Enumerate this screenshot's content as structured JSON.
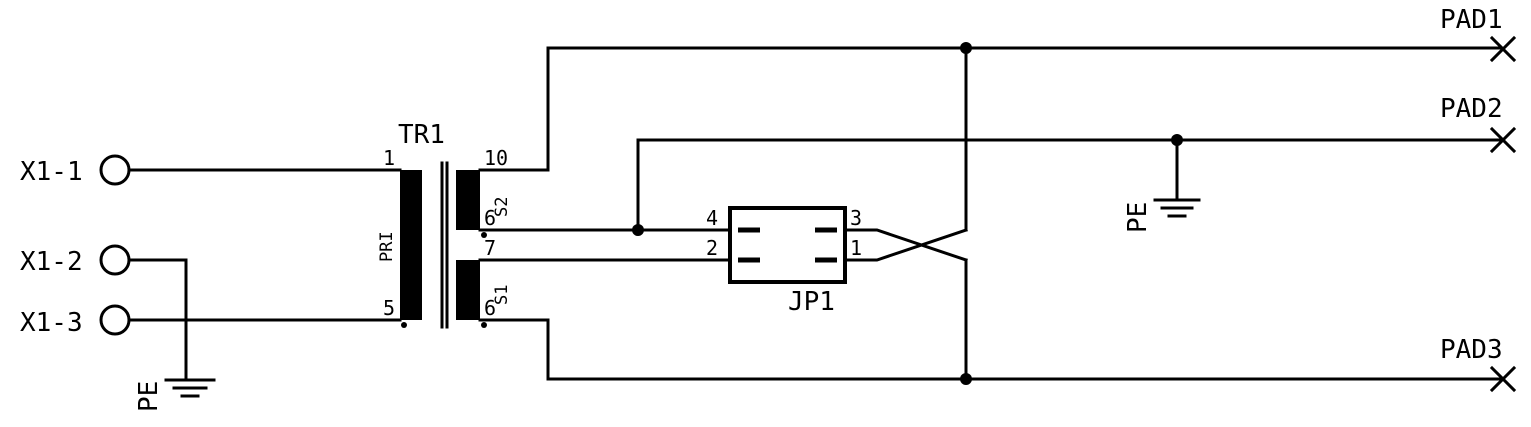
{
  "connectors": {
    "x1_1": "X1-1",
    "x1_2": "X1-2",
    "x1_3": "X1-3"
  },
  "pads": {
    "pad1": "PAD1",
    "pad2": "PAD2",
    "pad3": "PAD3"
  },
  "transformer": {
    "ref": "TR1",
    "primary_label": "PRI",
    "secondary_top_label": "S2",
    "secondary_bottom_label": "S1",
    "pin_1": "1",
    "pin_5": "5",
    "pin_10": "10",
    "pin_6": "6",
    "pin_7": "7",
    "pin_6b": "6"
  },
  "jumper": {
    "ref": "JP1",
    "pin_4": "4",
    "pin_2": "2",
    "pin_3": "3",
    "pin_1": "1"
  },
  "grounds": {
    "pe_left": "PE",
    "pe_right": "PE"
  },
  "colors": {
    "ink": "#000000",
    "background": "#ffffff"
  }
}
